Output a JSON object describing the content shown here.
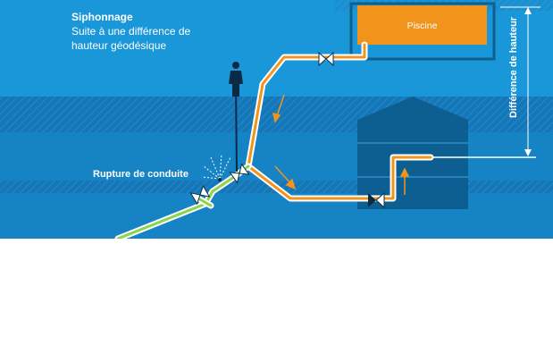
{
  "title": "Siphonnage",
  "subtitle_line1": "Suite à une différence de",
  "subtitle_line2": "hauteur géodésique",
  "pool_label": "Piscine",
  "rupture_label": "Rupture de conduite",
  "height_label": "Différence de hauteur",
  "colors": {
    "sky": "#1a97d8",
    "ground": "#1577b8",
    "building": "#0d5f92",
    "pool": "#f2941b",
    "pipe_core": "#f2941b",
    "pipe_outline": "#ffffff",
    "pipe_green": "#8bd44a",
    "arrow": "#f2941b",
    "valve_dark": "#0b2b44"
  },
  "icons": [
    "person-icon",
    "valve-icon",
    "leak-burst-icon",
    "flow-arrow-icon"
  ]
}
